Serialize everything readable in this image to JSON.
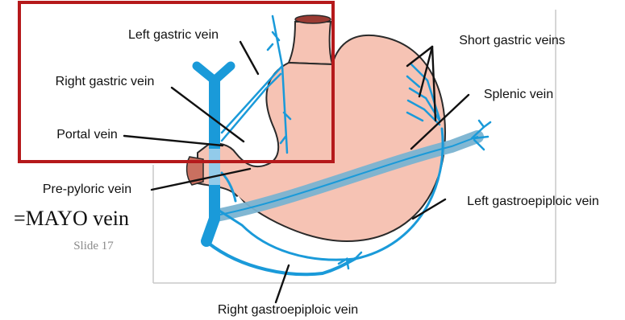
{
  "labels": {
    "left_gastric_vein": "Left gastric vein",
    "right_gastric_vein": "Right gastric vein",
    "portal_vein": "Portal vein",
    "pre_pyloric_vein": "Pre-pyloric vein",
    "mayo_vein": "=MAYO vein",
    "slide_number": "Slide 17",
    "short_gastric_veins": "Short gastric veins",
    "splenic_vein": "Splenic vein",
    "left_gastroepiploic_vein": "Left gastroepiploic vein",
    "right_gastroepiploic_vein": "Right gastroepiploic vein"
  },
  "colors": {
    "stomach_fill": "#f6c3b4",
    "stomach_outline": "#2a2a2a",
    "vein_blue": "#1a9ad9",
    "splenic_vein_fill": "#7ab3d1",
    "highlight_box": "#b5191b",
    "frame": "#c9c9c9"
  }
}
